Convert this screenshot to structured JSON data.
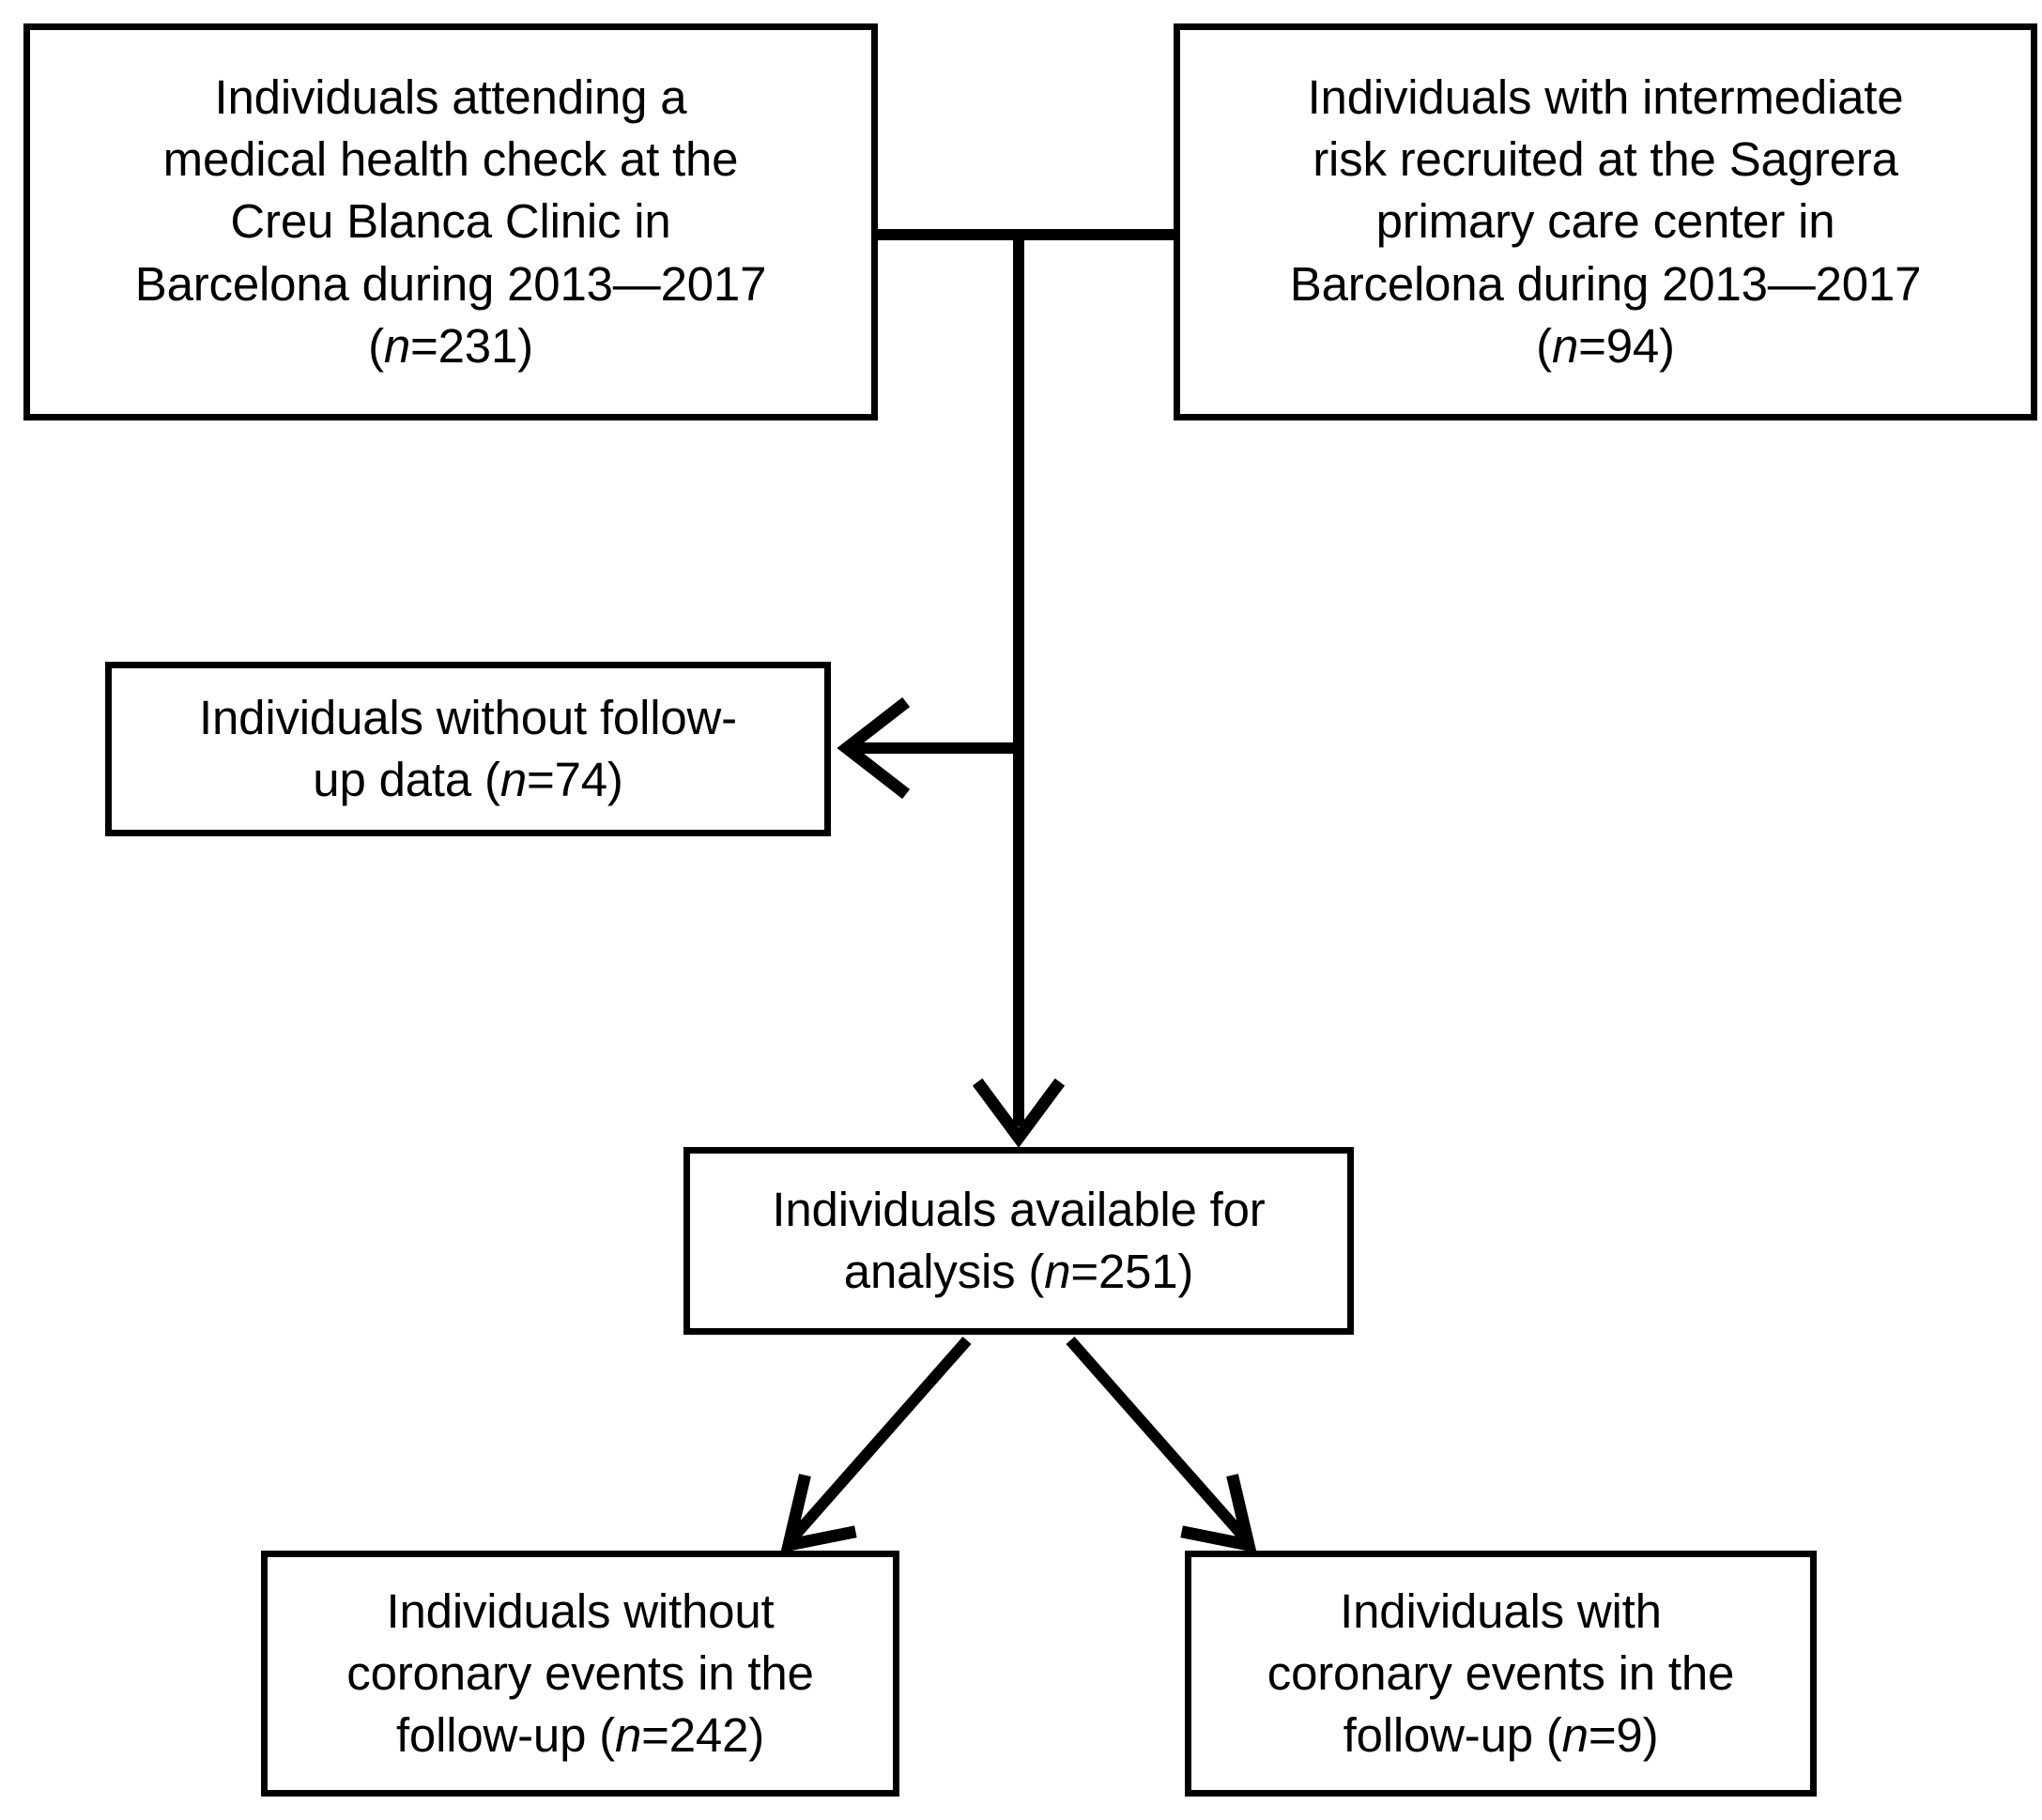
{
  "diagram": {
    "type": "flowchart",
    "title": "Study participant flow diagram",
    "colors": {
      "background": "#ffffff",
      "box_border": "#000000",
      "text": "#000000",
      "connector": "#000000"
    },
    "nodes": [
      {
        "id": "source-clinic",
        "text": "Individuals attending a\nmedical health check at the\nCreu Blanca Clinic in\nBarcelona during 2013—2017\n(n=231)",
        "n": 231
      },
      {
        "id": "source-primary-care",
        "text": "Individuals with intermediate\nrisk recruited at the Sagrera\nprimary care center in\nBarcelona during 2013—2017\n(n=94)",
        "n": 94
      },
      {
        "id": "no-followup",
        "text": "Individuals without follow-\nup data (n=74)",
        "n": 74
      },
      {
        "id": "available-analysis",
        "text": "Individuals available for\nanalysis (n=251)",
        "n": 251
      },
      {
        "id": "without-events",
        "text": "Individuals without\ncoronary events in the\nfollow-up (n=242)",
        "n": 242
      },
      {
        "id": "with-events",
        "text": "Individuals with\ncoronary events in the\nfollow-up (n=9)",
        "n": 9
      }
    ],
    "edges": [
      {
        "id": "join-sources",
        "from": "source-clinic",
        "to": "source-primary-care",
        "style": "horizontal-join",
        "arrowhead": "none"
      },
      {
        "id": "trunk-to-exclusion",
        "from": "sources",
        "to": "no-followup",
        "style": "elbow-left",
        "arrowhead": "open-v"
      },
      {
        "id": "trunk-to-analysis",
        "from": "sources",
        "to": "available-analysis",
        "style": "vertical",
        "arrowhead": "open-v"
      },
      {
        "id": "analysis-to-without-events",
        "from": "available-analysis",
        "to": "without-events",
        "style": "diagonal-left",
        "arrowhead": "open-v"
      },
      {
        "id": "analysis-to-with-events",
        "from": "available-analysis",
        "to": "with-events",
        "style": "diagonal-right",
        "arrowhead": "open-v"
      }
    ]
  }
}
